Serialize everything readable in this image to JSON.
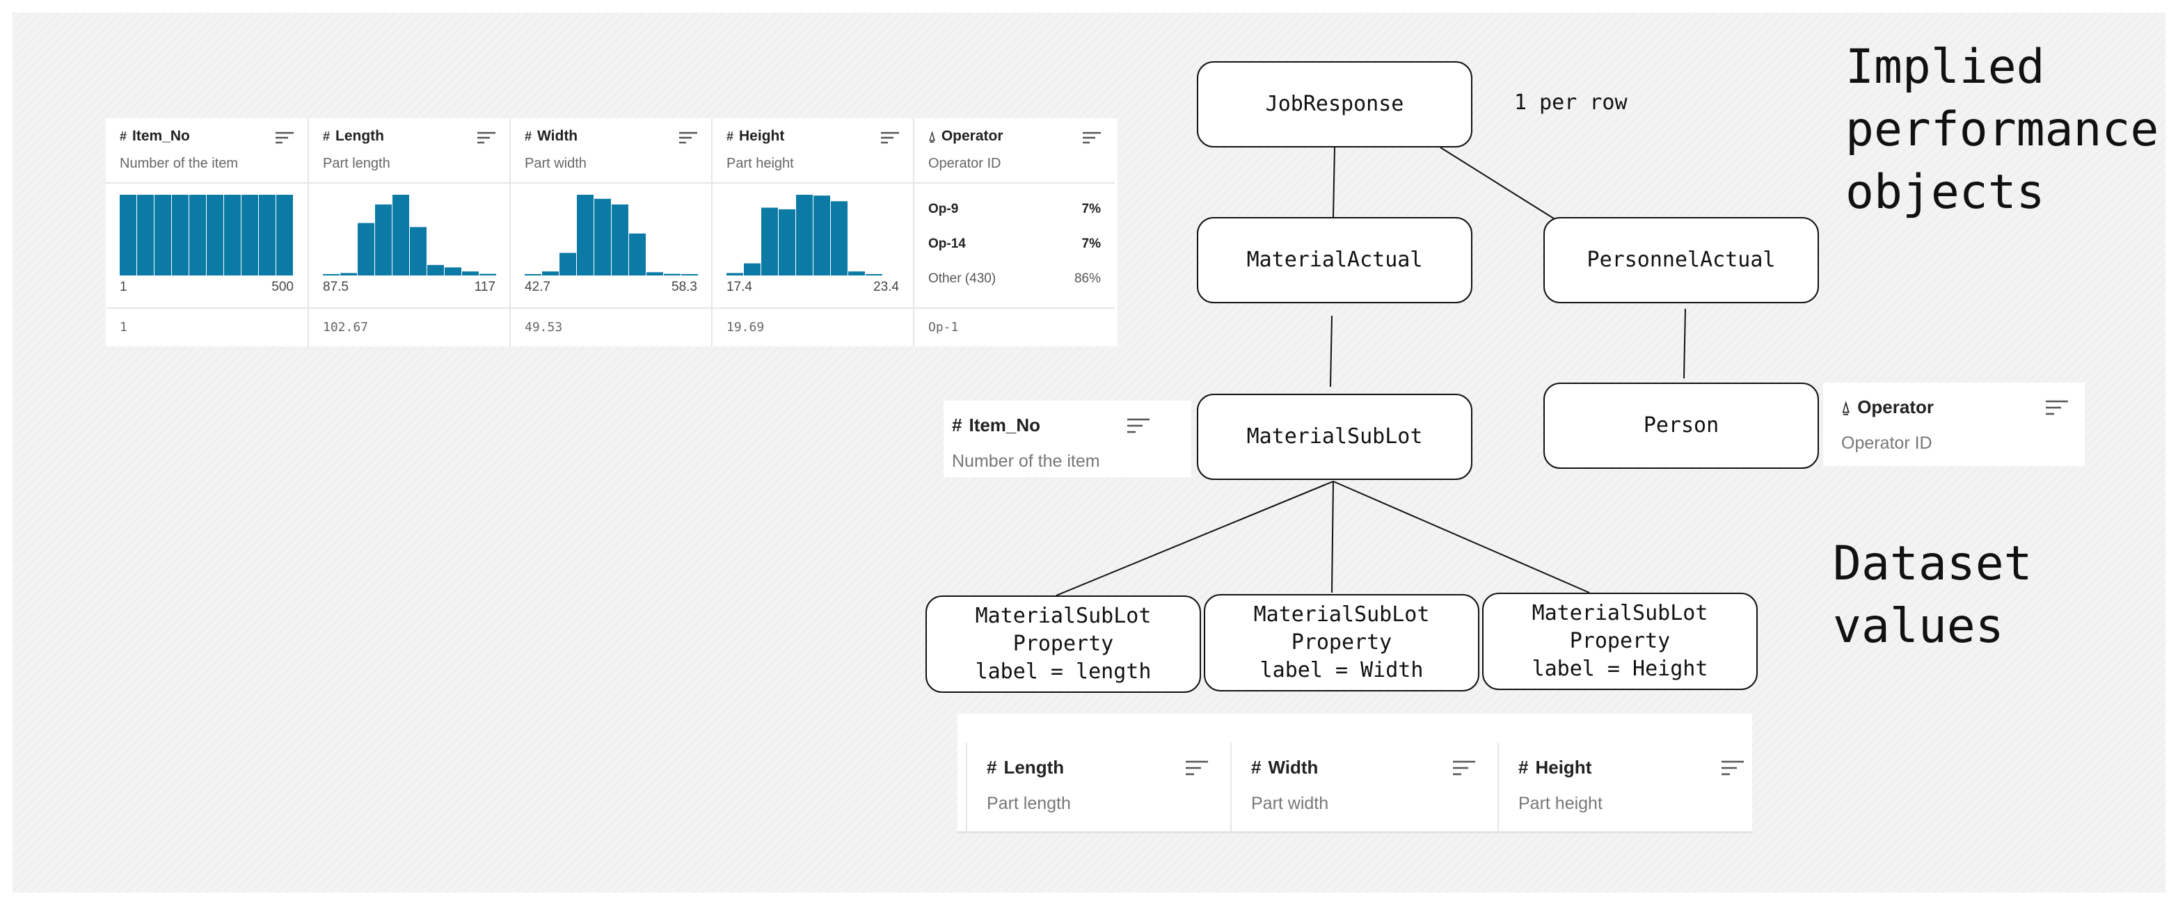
{
  "table": {
    "columns": [
      {
        "type_icon": "#",
        "name": "Item_No",
        "description": "Number of the item",
        "range_lo": "1",
        "range_hi": "500",
        "first_value": "1",
        "histogram": [
          1,
          1,
          1,
          1,
          1,
          1,
          1,
          1,
          1,
          1
        ]
      },
      {
        "type_icon": "#",
        "name": "Length",
        "description": "Part length",
        "range_lo": "87.5",
        "range_hi": "117",
        "first_value": "102.67",
        "histogram": [
          0.01,
          0.03,
          0.65,
          0.88,
          1.0,
          0.6,
          0.13,
          0.1,
          0.05,
          0.02
        ]
      },
      {
        "type_icon": "#",
        "name": "Width",
        "description": "Part width",
        "range_lo": "42.7",
        "range_hi": "58.3",
        "first_value": "49.53",
        "histogram": [
          0.01,
          0.05,
          0.28,
          1.0,
          0.95,
          0.88,
          0.52,
          0.04,
          0.02,
          0.01
        ]
      },
      {
        "type_icon": "#",
        "name": "Height",
        "description": "Part height",
        "range_lo": "17.4",
        "range_hi": "23.4",
        "first_value": "19.69",
        "histogram": [
          0.03,
          0.15,
          0.84,
          0.82,
          1.0,
          0.99,
          0.92,
          0.05,
          0.01,
          0.0
        ]
      },
      {
        "type_icon": "⍙",
        "name": "Operator",
        "description": "Operator ID",
        "first_value": "Op-1",
        "categories": [
          {
            "name": "Op-9",
            "pct": "7%"
          },
          {
            "name": "Op-14",
            "pct": "7%"
          },
          {
            "name": "Other (430)",
            "pct": "86%"
          }
        ]
      }
    ],
    "bar_color": "#0b7aa5"
  },
  "diagram": {
    "nodes": {
      "job_response": "JobResponse",
      "material_actual": "MaterialActual",
      "personnel_actual": "PersonnelActual",
      "material_sublot": "MaterialSubLot",
      "person": "Person",
      "prop_length": {
        "line1": "MaterialSubLot",
        "line2": "Property",
        "line3": "label = length"
      },
      "prop_width": {
        "line1": "MaterialSubLot",
        "line2": "Property",
        "line3": "label = Width"
      },
      "prop_height": {
        "line1": "MaterialSubLot",
        "line2": "Property",
        "line3": "label = Height"
      }
    },
    "note_per_row": "1 per row",
    "label_implied": [
      "Implied",
      "performance",
      "objects"
    ],
    "label_dataset": [
      "Dataset",
      "values"
    ]
  },
  "snippets": {
    "item_no": {
      "type_icon": "#",
      "name": "Item_No",
      "description": "Number of the item"
    },
    "operator": {
      "type_icon": "⍙",
      "name": "Operator",
      "description": "Operator ID"
    },
    "length": {
      "type_icon": "#",
      "name": "Length",
      "description": "Part length"
    },
    "width": {
      "type_icon": "#",
      "name": "Width",
      "description": "Part width"
    },
    "height": {
      "type_icon": "#",
      "name": "Height",
      "description": "Part height"
    }
  }
}
